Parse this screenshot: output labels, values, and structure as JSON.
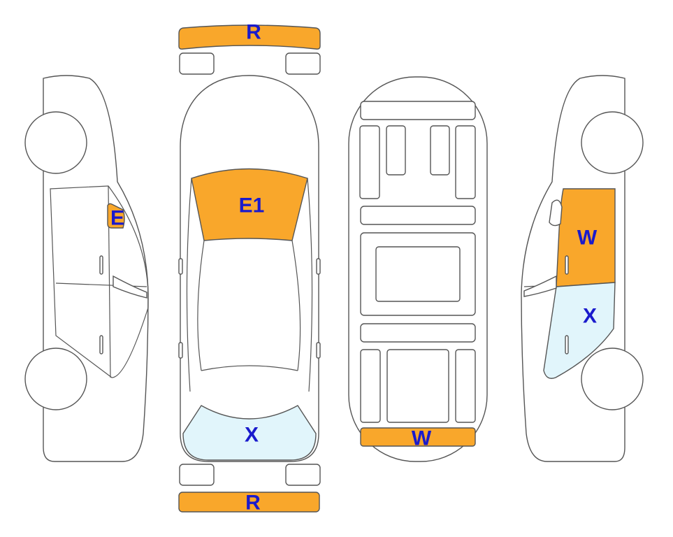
{
  "colors": {
    "outline": "#555555",
    "orange": "#F9A72B",
    "light_blue": "#E1F5FB",
    "label": "#1A1ACC",
    "background": "#FFFFFF"
  },
  "labels": {
    "front_bumper": "R",
    "rear_bumper": "R",
    "windshield": "E1",
    "rear_window": "X",
    "left_window": "E",
    "right_front_window": "W",
    "right_rear_window": "X",
    "interior_rear": "W"
  }
}
